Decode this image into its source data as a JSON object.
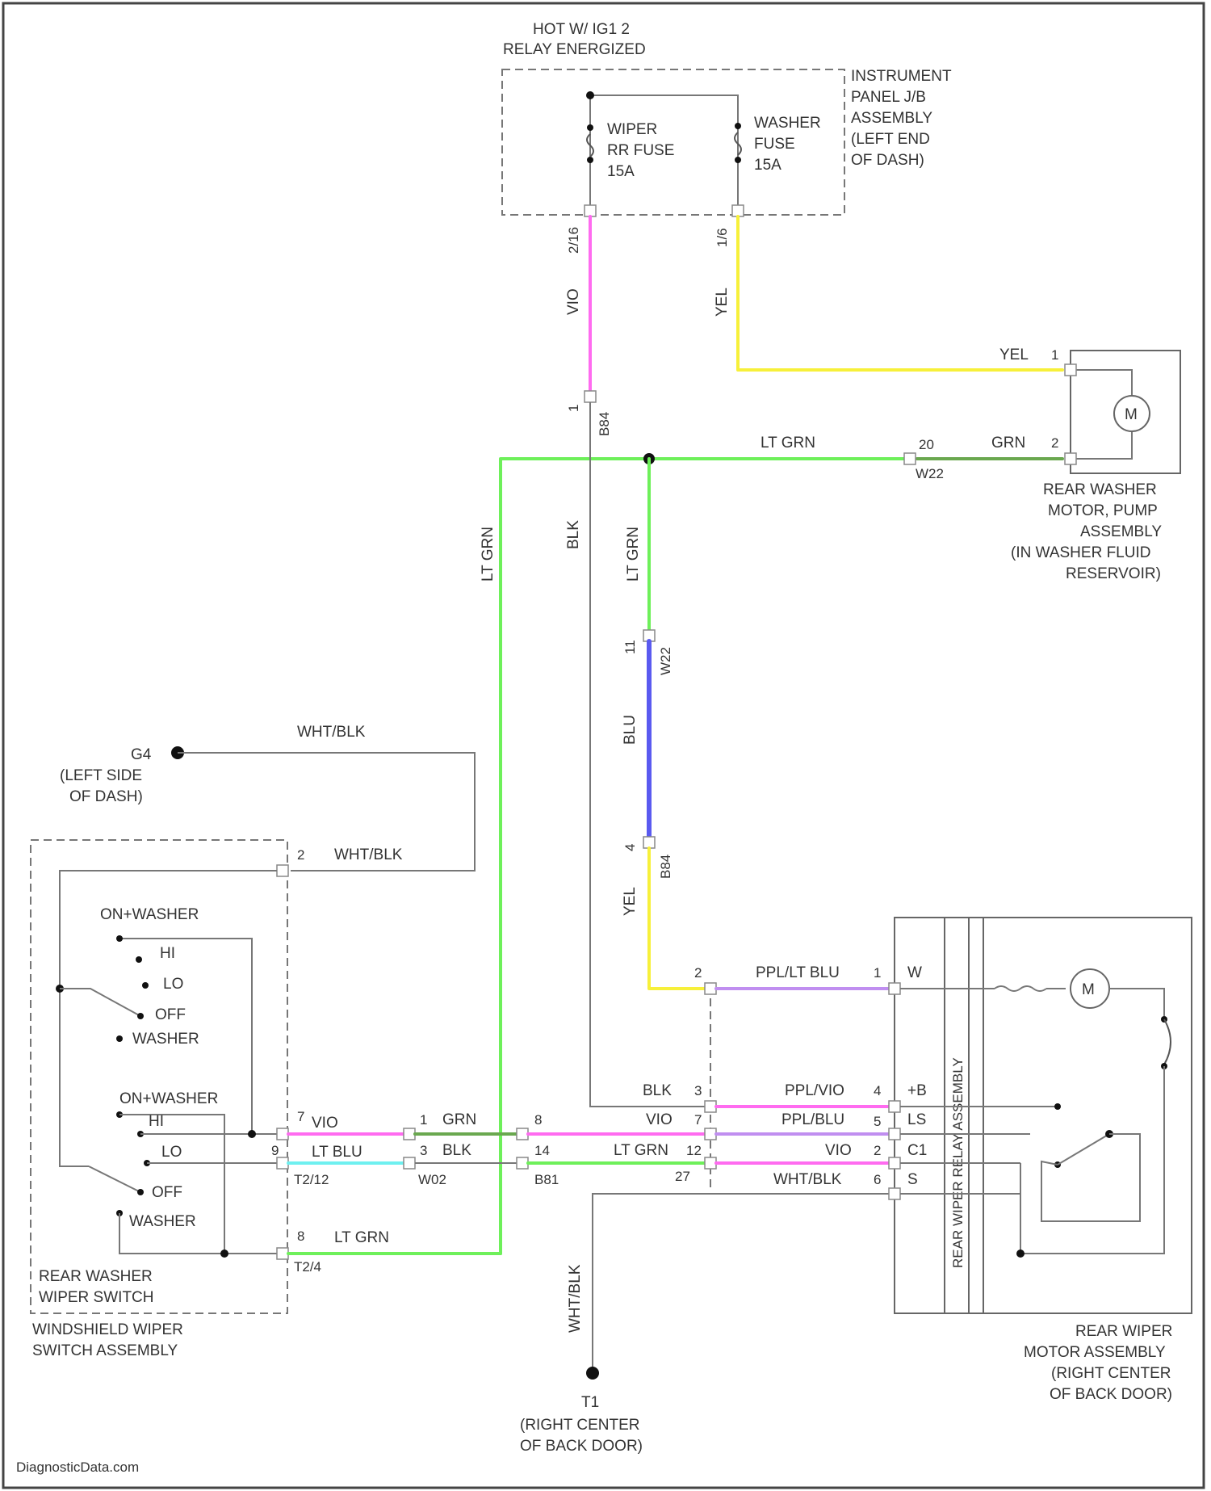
{
  "colors": {
    "pink": "#ff6bf0",
    "yellow": "#f7f03a",
    "green": "#6ef05a",
    "dark_green": "#6aa84f",
    "blue": "#5a5af0",
    "cyan": "#6ef0f0",
    "purple": "#c08ef0",
    "gray": "#777777"
  },
  "top_label": {
    "line1": "HOT W/ IG1 2",
    "line2": "RELAY ENERGIZED"
  },
  "fuse_box": {
    "label": [
      "INSTRUMENT",
      "PANEL J/B",
      "ASSEMBLY",
      "(LEFT END",
      "OF DASH)"
    ],
    "wiper_fuse": [
      "WIPER",
      "RR FUSE",
      "15A"
    ],
    "washer_fuse": [
      "WASHER",
      "FUSE",
      "15A"
    ],
    "conn_wiper": "2/16",
    "conn_washer": "1/6"
  },
  "pump": {
    "motor_symbol": "M",
    "pin1": "1",
    "pin2": "2",
    "label": [
      "REAR WASHER",
      "MOTOR, PUMP",
      "ASSEMBLY",
      "(IN WASHER FLUID",
      "RESERVOIR)"
    ]
  },
  "ground_g4": {
    "id": "G4",
    "label": [
      "(LEFT SIDE",
      "OF DASH)"
    ]
  },
  "ground_t1": {
    "id": "T1",
    "label": [
      "(RIGHT CENTER",
      "OF BACK DOOR)"
    ]
  },
  "switch": {
    "label": [
      "REAR WASHER",
      "WIPER SWITCH",
      "WINDSHIELD WIPER",
      "SWITCH ASSEMBLY"
    ],
    "group1": {
      "title": "ON+WASHER",
      "positions": [
        "HI",
        "LO",
        "OFF",
        "WASHER"
      ]
    },
    "group2": {
      "title": "ON+WASHER",
      "positions": [
        "HI",
        "LO",
        "OFF",
        "WASHER"
      ]
    },
    "pin_top": "2",
    "pin_a": "7",
    "pin_b": "9",
    "pin_c": "8",
    "conn_ab": "T2/12",
    "conn_c": "T2/4"
  },
  "rear_motor": {
    "label": [
      "REAR WIPER",
      "MOTOR ASSEMBLY",
      "(RIGHT CENTER",
      "OF BACK DOOR)"
    ],
    "relay_label": "REAR WIPER RELAY ASSEMBLY",
    "motor_symbol": "M",
    "terminals": [
      "W",
      "+B",
      "LS",
      "C1",
      "S"
    ]
  },
  "wires": {
    "vio_top": "VIO",
    "yel_top": "YEL",
    "yel_pump": "YEL",
    "grn_pump": "GRN",
    "lt_grn_h": "LT GRN",
    "lt_grn_v": "LT GRN",
    "blk_v": "BLK",
    "lt_grn_mid": "LT GRN",
    "blu_mid": "BLU",
    "yel_mid": "YEL",
    "pnk_lt_blu": "PPL/LT BLU",
    "wht_blk_1": "WHT/BLK",
    "wht_blk_2": "WHT/BLK",
    "blk_r": "BLK",
    "ppl_vio": "PPL/VIO",
    "vio_a": "VIO",
    "vio_b": "VIO",
    "grn_b": "GRN",
    "ppl_blu": "PPL/BLU",
    "lt_blu": "LT BLU",
    "blk_b": "BLK",
    "lt_grn_b": "LT GRN",
    "vio_c": "VIO",
    "wht_blk_r": "WHT/BLK",
    "lt_grn_sw": "LT GRN",
    "wht_blk_t1": "WHT/BLK"
  },
  "pins": {
    "pump_in_20": "20",
    "mid_11": "11",
    "mid_4": "4",
    "mid_1_top": "1",
    "r_2": "2",
    "r_1": "1",
    "r_3": "3",
    "r_4": "4",
    "r_7": "7",
    "r_5": "5",
    "r_12": "12",
    "r_2b": "2",
    "r_6": "6",
    "b_1": "1",
    "b_3": "3",
    "b_8": "8",
    "b_14": "14",
    "b_27": "27"
  },
  "connectors": {
    "b_top": "B84",
    "w_pump": "W22",
    "w_mid": "W22",
    "b_mid": "B84",
    "w_bl": "W02",
    "b_bl": "B81"
  },
  "watermark": "DiagnosticData.com"
}
